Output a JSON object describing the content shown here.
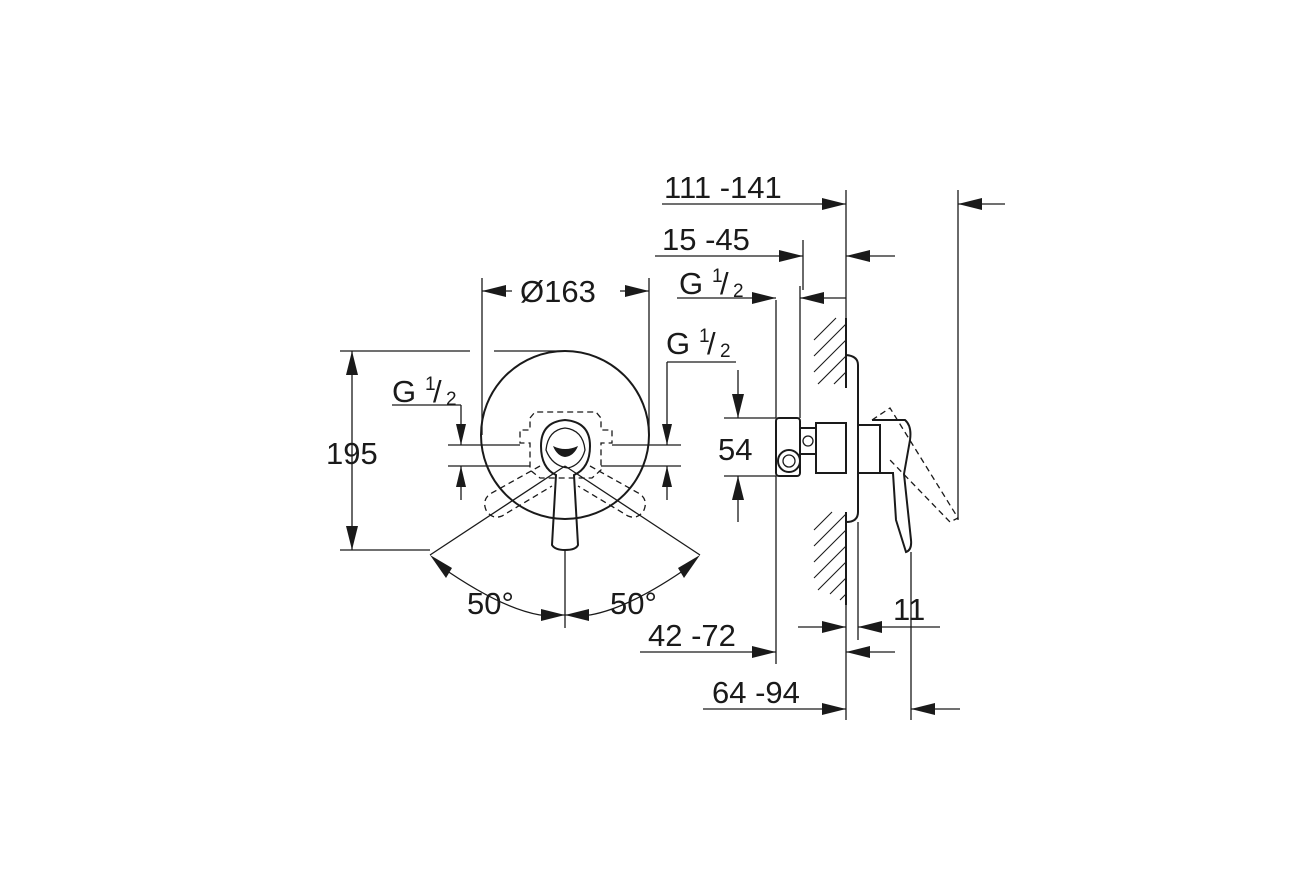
{
  "dimensions": {
    "overall_depth": "111 -141",
    "wall_offset": "15 -45",
    "front_thread": "G",
    "front_thread_fraction_num": "1",
    "front_thread_fraction_den": "2",
    "side_thread_right": "G",
    "side_thread_right_num": "1",
    "side_thread_right_den": "2",
    "side_thread_left": "G",
    "side_thread_left_num": "1",
    "side_thread_left_den": "2",
    "rosette_diameter": "Ø163",
    "height": "195",
    "inlet_spacing": "54",
    "angle_left": "50°",
    "angle_right": "50°",
    "body_depth": "42 -72",
    "install_depth": "64 -94",
    "rosette_thickness": "11"
  }
}
